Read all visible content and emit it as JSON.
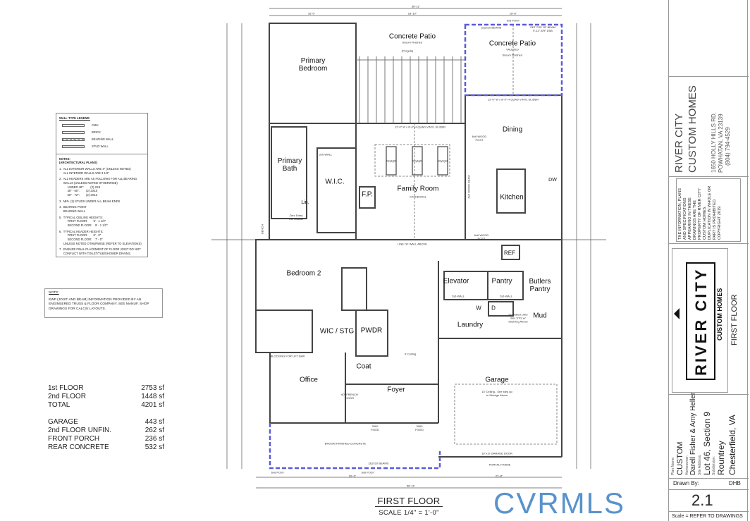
{
  "legend": {
    "title": "WALL TYPE LEGEND:",
    "items": [
      "CMU",
      "BRICK",
      "BEARING WALL",
      "STUD WALL"
    ],
    "notes_title": "NOTES:\n(ARCHITECTURAL PLANS)",
    "notes": [
      "1.  ALL EXTERIOR WALLS ARE 4\" (UNLESS NOTED)\n     ALL INTERIOR WALLS ARE 3 1/2\"",
      "2.  ALL HEADERS ARE AS FOLLOWS FOR ALL BEARING\n     WALLS (UNLESS NOTED OTHERWISE)\n          UNDER 48\":        (2) 2X8\n          48\" - 60\":        (2) 2X10\n          60\" - 72\":        (2) 2X12",
      "3.  MIN. (3) STUDS UNDER ALL BEAM ENDS",
      "4.  BEARING POINT\n     BEARING WALL",
      "5.  TYPICAL CEILING HEIGHTS:\n          FIRST FLOOR:       9' - 1 1/2\"\n          SECOND FLOOR:    9' - 1 1/2\"",
      "6.  TYPICAL HEADER HEIGHTS:\n          FIRST FLOOR:       8' - 0\"\n          SECOND FLOOR:    7' - 0\"\n     UNLESS NOTED OTHERWISE (REFER TO ELEVATIONS)",
      "7.  ENSURE FINAL PLACEMENT OF FLOOR JOIST DO NOT\n     CONFLICT WITH TOILET/TUB/SHOWER DRAINS."
    ]
  },
  "note": {
    "title": "NOTE:",
    "text": "EWP (JOIST AND BEAM) INFORMATION PROVIDED BY AN ENGINEERED TRUSS & FLOOR COMPANY. SEE MANUF. SHOP DRAWINGS FOR CALCS/ LAYOUTS."
  },
  "areas": [
    {
      "label": "1st FLOOR",
      "value": "2753 sf"
    },
    {
      "label": "2nd FLOOR",
      "value": "1448 sf"
    },
    {
      "label": "TOTAL",
      "value": "4201 sf"
    },
    {
      "label": "GARAGE",
      "value": "443 sf"
    },
    {
      "label": "2nd FLOOR UNFIN.",
      "value": "262 sf"
    },
    {
      "label": "FRONT PORCH",
      "value": "236 sf"
    },
    {
      "label": "REAR CONCRETE",
      "value": "532 sf"
    }
  ],
  "rooms": {
    "primary_bedroom": "Primary\nBedroom",
    "patio1": "Concrete Patio",
    "patio1_sub": "Broom Finished",
    "pergola": "(Pergola)",
    "patio2": "Concrete Patio",
    "patio2_sub": "VAULTED",
    "patio2_sub2": "Broom Finished",
    "dining": "Dining",
    "kitchen": "Kitchen",
    "family": "Family Room",
    "family_sub": "CATHEDRAL",
    "fp": "F.P.",
    "primary_bath": "Primary\nBath",
    "wic": "W.I.C.",
    "lin": "Lin.",
    "bedroom2": "Bedroom 2",
    "wic_stg": "WIC / STG",
    "pwdr": "PWDR",
    "coat": "Coat",
    "office": "Office",
    "foyer": "Foyer",
    "elevator": "Elevator",
    "pantry": "Pantry",
    "butlers": "Butlers\nPantry",
    "laundry": "Laundry",
    "mud": "Mud",
    "garage": "Garage",
    "garage_sub": "10' Ceiling - See step up\nto Storage Above",
    "ref": "REF",
    "dw": "DW",
    "w": "W",
    "d": "D"
  },
  "annotations": {
    "dim_total_top": "58'-11\"",
    "dim_top_1": "16'-0\"",
    "dim_top_2": "18'-10\"",
    "dim_top_3": "18'-8\"",
    "post_top": "6x6 POST",
    "beams_top": "(2)2x10 BEAMS",
    "set_beam": "SET TOP OF BEAM\n9'-11\" AFF DSB",
    "slider1": "12'-0\" W x 8'-0\" H QUAD VINYL SLIDER",
    "slider2": "12'-0\" W x 8'-0\" H QUAD VINYL SLIDER",
    "wood_post1": "6x6 WOOD\nPOST",
    "wood_post2": "6x6 WOOD\nPOST",
    "wood_beam": "6x6 WOOD BEAM",
    "wall_2x6": "2x6 WALL",
    "skylight": "Skylight",
    "line_wall_above": "LINE OF WALL ABOVE",
    "zero_entry": "Zero Entry\nTile Shower",
    "bench": "BENCH",
    "blocking": "BLOCKING FOR LIFT BAR",
    "ceiling9": "9' Ceiling",
    "french_door": "60\" FRENCH\nDOOR",
    "broom_concrete": "BROOM FINISHED CONCRETE",
    "fixed1": "3060\nFIXED",
    "fixed2": "3060\nFIXED",
    "beams_bottom": "(3)2x10 BEAMS",
    "post_b1": "6x6 POST",
    "post_b2": "6x6 POST",
    "garage_door": "16' x 8' GARAGE DOOR",
    "portal_frame": "PORTAL FRAME",
    "dim_total_bottom": "58'-11\"",
    "dim_bot_1": "20'-3\"",
    "dim_bot_2": "21'-8\"",
    "vent_litter": "Ventilated Litter\nBox STG w/\nShelving Above",
    "elev_wall": "2x6 WALL",
    "pantry_wall": "2x6 WALL"
  },
  "drawing_title": "FIRST FLOOR",
  "drawing_scale": "SCALE 1/4\" = 1'-0\"",
  "title_block": {
    "company_line1": "RIVER CITY",
    "company_line2": "CUSTOM HOMES",
    "address1": "1650 HOLLY HILLS RD.",
    "address2": "POWHATAN, VA 23139",
    "phone": "(804) 794-4529",
    "disclaimer": "THE INFORMATION, PLANS AND SPECIFICATIONS APPEARING IN THESE DRAWINGS ARE THE PROPERTY OF RIVER CITY CUSTOM HOMES. DUPLICATION IN WHOLE OR PART IS PROHIBITED. COPYRIGHT 2019.",
    "logo_text": "RIVER CITY CUSTOM HOMES",
    "sheet_title": "FIRST FLOOR",
    "plan_name_label": "Plan Name:",
    "plan_name": "CUSTOM",
    "homeowner_label": "Homeowner:",
    "homeowner": "Darell Fisher & Amy Heller",
    "site_label": "Site Address:",
    "site": "Lot 46, Section 9",
    "subdivision_label": "Subdivision:",
    "subdivision": "Rountrey",
    "city": "Chesterfield, VA",
    "drawn_by_label": "Drawn By:",
    "drawn_by": "DHB",
    "sheet_number": "2.1",
    "scale_note": "Scale = REFER TO DRAWINGS"
  },
  "watermark": "CVRMLS",
  "colors": {
    "beam_blue": "#5b5bd6",
    "wall": "#444",
    "watermark": "#3d7fc4"
  }
}
